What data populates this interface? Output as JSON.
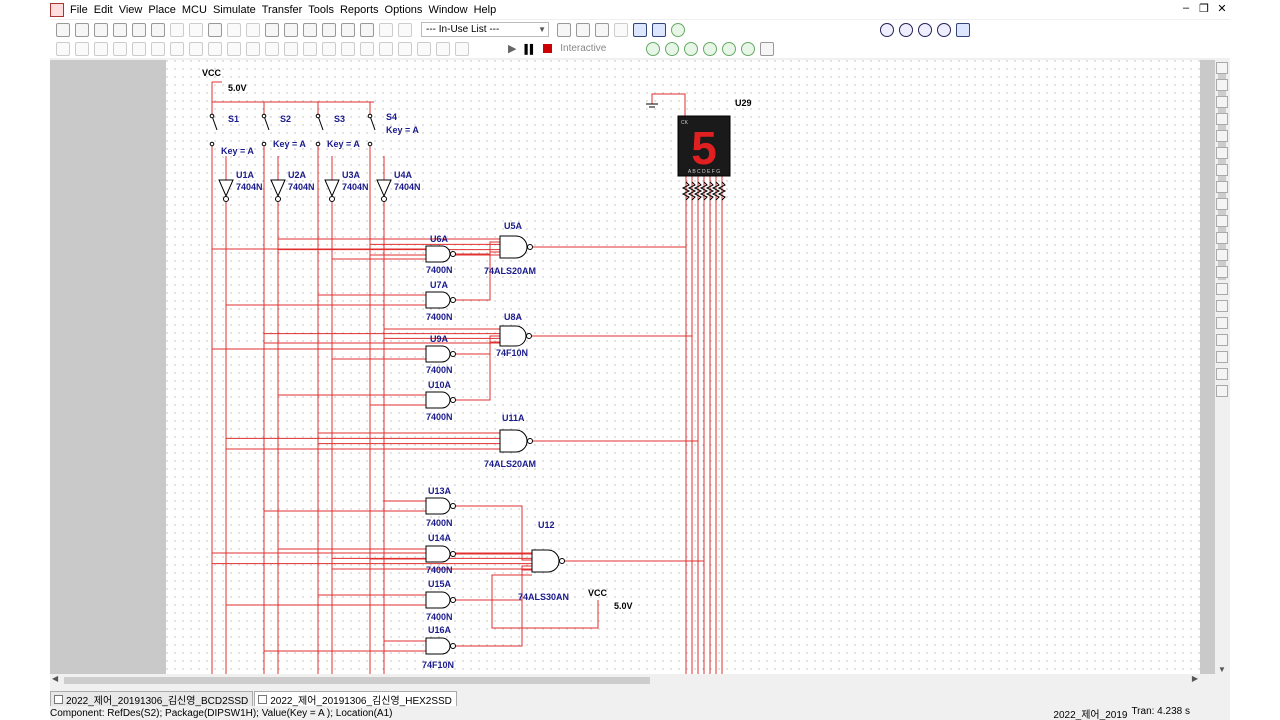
{
  "menu": [
    "File",
    "Edit",
    "View",
    "Place",
    "MCU",
    "Simulate",
    "Transfer",
    "Tools",
    "Reports",
    "Options",
    "Window",
    "Help"
  ],
  "toolbar": {
    "inuse_list": "--- In-Use List ---",
    "interactive_label": "Interactive"
  },
  "schematic": {
    "vcc_top": {
      "name": "VCC",
      "value": "5.0V"
    },
    "vcc_bottom": {
      "name": "VCC",
      "value": "5.0V"
    },
    "switches": [
      {
        "ref": "S1",
        "key": "Key = A"
      },
      {
        "ref": "S2",
        "key": "Key = A"
      },
      {
        "ref": "S3",
        "key": "Key = A"
      },
      {
        "ref": "S4",
        "key": "Key = A"
      }
    ],
    "inverters": [
      {
        "ref": "U1A",
        "part": "7404N"
      },
      {
        "ref": "U2A",
        "part": "7404N"
      },
      {
        "ref": "U3A",
        "part": "7404N"
      },
      {
        "ref": "U4A",
        "part": "7404N"
      }
    ],
    "gates": [
      {
        "ref": "U6A",
        "part": "7400N"
      },
      {
        "ref": "U5A",
        "part": "74ALS20AM"
      },
      {
        "ref": "U7A",
        "part": "7400N"
      },
      {
        "ref": "U8A",
        "part": "74F10N"
      },
      {
        "ref": "U9A",
        "part": "7400N"
      },
      {
        "ref": "U10A",
        "part": "7400N"
      },
      {
        "ref": "U11A",
        "part": "74ALS20AM"
      },
      {
        "ref": "U13A",
        "part": "7400N"
      },
      {
        "ref": "U12",
        "part": "74ALS30AN"
      },
      {
        "ref": "U14A",
        "part": "7400N"
      },
      {
        "ref": "U15A",
        "part": "7400N"
      },
      {
        "ref": "U16A",
        "part": "74F10N"
      }
    ],
    "display": {
      "ref": "U29",
      "digit": "5",
      "pins": "A B C D E F G",
      "ck": "CK"
    }
  },
  "tabs": [
    {
      "label": "2022_제어_20191306_김신영_BCD2SSD",
      "active": false
    },
    {
      "label": "2022_제어_20191306_김신영_HEX2SSD",
      "active": true
    }
  ],
  "status": {
    "left": "Component: RefDes(S2); Package(DIPSW1H); Value(Key = A ); Location(A1)",
    "file": "2022_제어_2019",
    "sim": "Tran: 4.238 s"
  },
  "colors": {
    "wire": "#e0302f",
    "component": "#1a1a8c",
    "grid": "#9a9a9a",
    "display_bg": "#1a1a1a",
    "display_seg": "#e02020"
  }
}
